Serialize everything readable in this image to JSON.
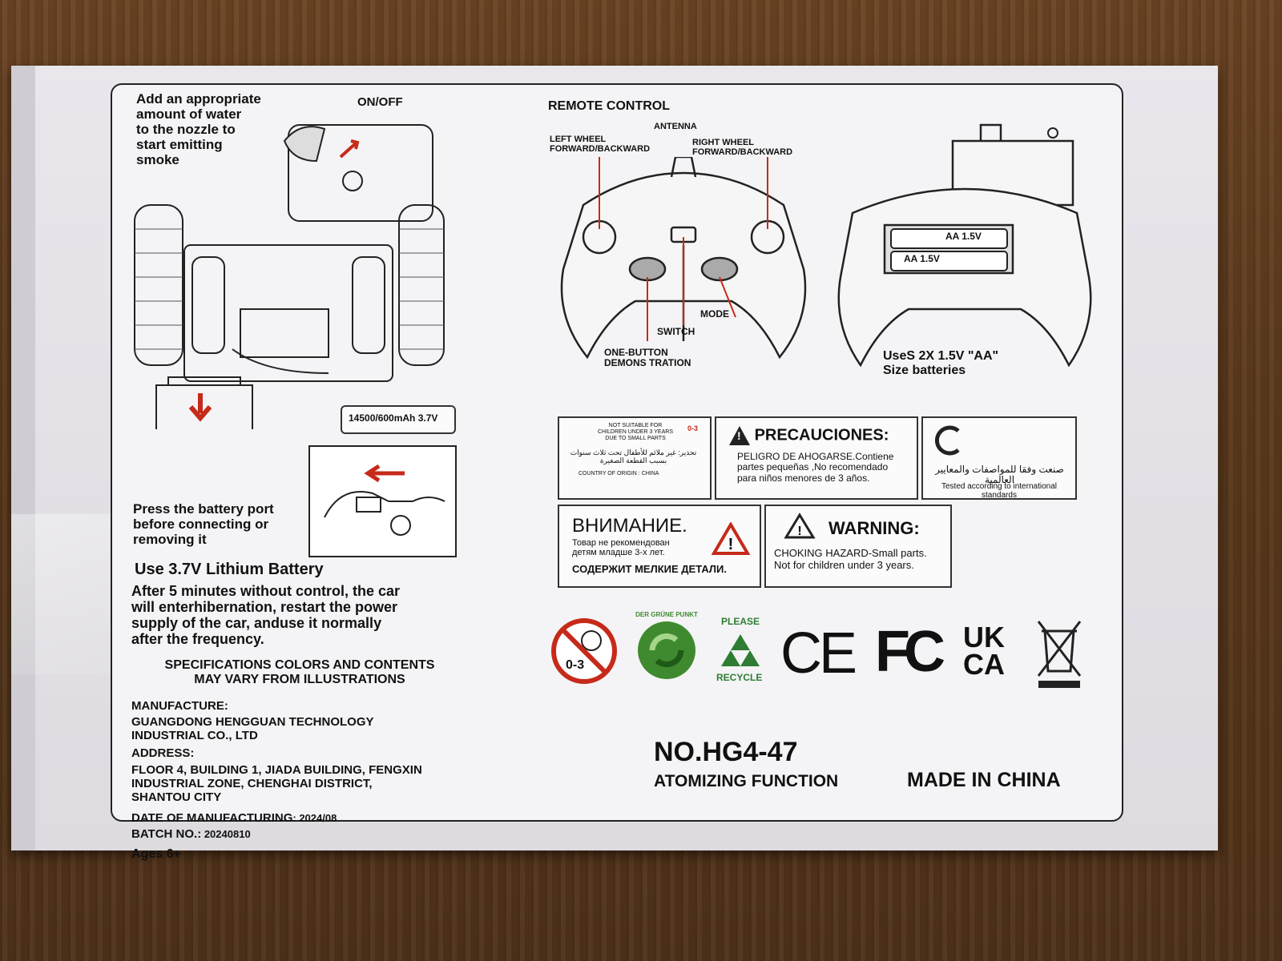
{
  "nozzle_text": "Add an appropriate\namount of water\nto the nozzle to\nstart emitting\nsmoke",
  "on_off": "ON/OFF",
  "battery_spec": "14500/600mAh 3.7V",
  "press_text": "Press the battery port\nbefore connecting or\nremoving it",
  "lithium_heading": "Use 3.7V Lithium Battery",
  "hibernation_text": "After 5 minutes without control, the car\nwill enterhibernation, restart the power\nsupply of the car, anduse it normally\nafter the frequency.",
  "specs_note": "SPECIFICATIONS COLORS AND CONTENTS\nMAY VARY FROM ILLUSTRATIONS",
  "manufacture_label": "MANUFACTURE:",
  "manufacture_value": "GUANGDONG HENGGUAN TECHNOLOGY\nINDUSTRIAL CO., LTD",
  "address_label": "ADDRESS:",
  "address_value": "FLOOR 4, BUILDING 1, JIADA BUILDING, FENGXIN\nINDUSTRIAL ZONE, CHENGHAI DISTRICT,\nSHANTOU CITY",
  "date_label": "DATE OF MANUFACTURING",
  "date_value": ": 2024/08",
  "batch_label": "BATCH NO.:",
  "batch_value": " 20240810",
  "ages": "Ages 6+",
  "remote_title": "REMOTE CONTROL",
  "antenna": "ANTENNA",
  "left_wheel": "LEFT WHEEL\nFORWARD/BACKWARD",
  "right_wheel": "RIGHT WHEEL\nFORWARD/BACKWARD",
  "mode": "MODE",
  "switch": "SWITCH",
  "demo": "ONE-BUTTON\nDEMONS TRATION",
  "battery_aa_1": "AA 1.5V",
  "battery_aa_2": "AA 1.5V",
  "uses_batteries": "UseS 2X 1.5V \"AA\"\nSize batteries",
  "arabic_warning_head": "NOT SUITABLE FOR\nCHILDREN UNDER 3 YEARS\nDUE TO SMALL PARTS",
  "arabic_warning_body": "تحذير: غير ملائم للأطفال تحت ثلاث سنوات\nبسبب القطعة الصغيرة",
  "arabic_country": "COUNTRY OF ORIGIN : CHINA",
  "arabic_badge": "0-3",
  "precauciones_title": "PRECAUCIONES:",
  "precauciones_body": "PELIGRO DE AHOGARSE.Contiene\npartes pequeñas ,No recomendado\npara niños menores de 3 años.",
  "intl_arabic": "صنعت وفقا للمواصفات والمعايير العالمية",
  "intl_english": "Tested according to international standards",
  "vnimanie_title": "ВНИМАНИЕ.",
  "vnimanie_body": "Товар не рекомендован\nдетям младше 3-х лет.",
  "vnimanie_footer": "СОДЕРЖИТ МЕЛКИЕ ДЕТАЛИ.",
  "warning_title": "WARNING:",
  "warning_body": "CHOKING HAZARD-Small parts.\nNot for children under 3 years.",
  "age_badge": "0-3",
  "green_dot_text": "DER GRÜNE PUNKT",
  "recycle_top": "PLEASE",
  "recycle_bottom": "RECYCLE",
  "ce_mark": "CE",
  "fc_mark": "FC",
  "ukca_top": "UK",
  "ukca_bottom": "CA",
  "model_no": "NO.HG4-47",
  "atomizing": "ATOMIZING FUNCTION",
  "made_in": "MADE IN CHINA",
  "colors": {
    "accent_red": "#c62a1a",
    "green_dot": "#3f8a2e",
    "recycle_green": "#2e7d32"
  }
}
